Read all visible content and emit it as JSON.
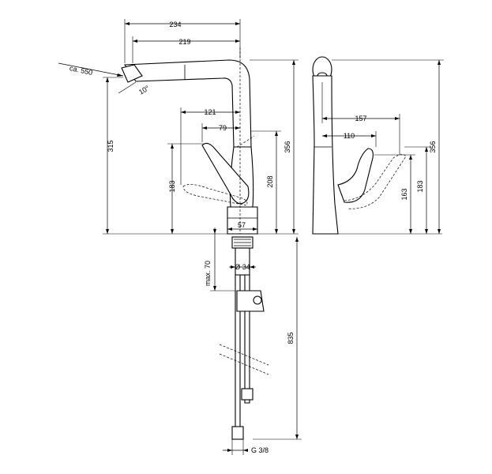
{
  "dimensions": {
    "width_234": "234",
    "width_219": "219",
    "hose_length": "ca. 550",
    "spout_angle": "10°",
    "offset_121": "121",
    "offset_79": "79",
    "height_315": "315",
    "height_183_front": "183",
    "height_208": "208",
    "height_356_front": "356",
    "base_57": "57",
    "max_70": "max. 70",
    "hole_34": "Ø 34",
    "length_835": "835",
    "thread": "G 3/8",
    "side_157": "157",
    "side_110": "110",
    "side_163": "163",
    "side_183": "183",
    "side_356": "356"
  }
}
